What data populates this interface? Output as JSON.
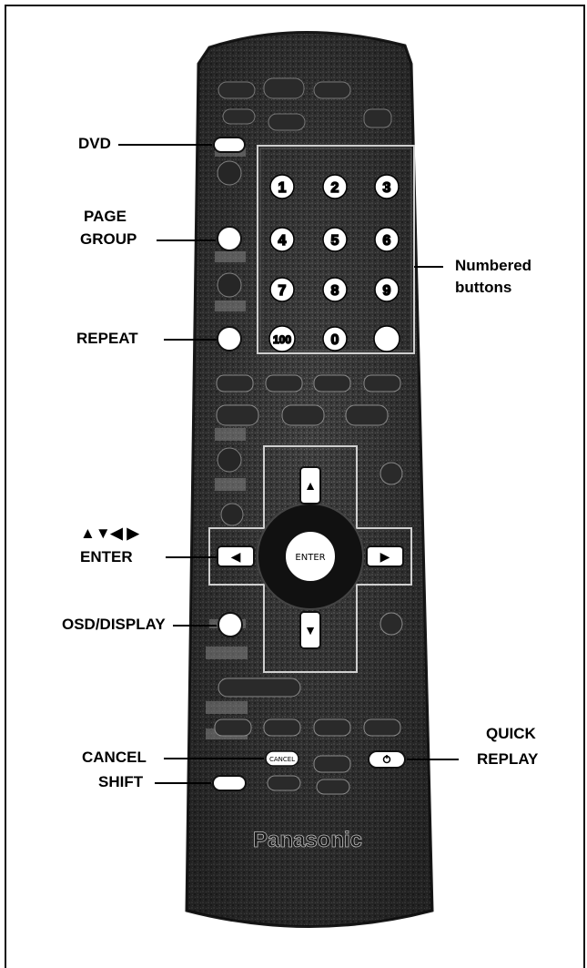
{
  "remote": {
    "brand": "Panasonic",
    "number_keys": [
      "1",
      "2",
      "3",
      "4",
      "5",
      "6",
      "7",
      "8",
      "9",
      "100",
      "0",
      ""
    ],
    "enter_label": "ENTER",
    "cancel_key_label": "CANCEL",
    "arrow_up": "▲",
    "arrow_down": "▼",
    "arrow_left": "◀",
    "arrow_right": "▶"
  },
  "callouts": {
    "dvd": "DVD",
    "page": "PAGE",
    "group": "GROUP",
    "repeat": "REPEAT",
    "arrows": "▲▼◀ ▶",
    "enter": "ENTER",
    "osd_display": "OSD/DISPLAY",
    "cancel": "CANCEL",
    "shift": "SHIFT",
    "numbered": "Numbered",
    "buttons": "buttons",
    "quick": "QUICK",
    "replay": "REPLAY"
  },
  "colors": {
    "remote_body": "#3c3c3c",
    "remote_edge": "#1a1a1a",
    "highlight_key": "#ffffff",
    "frame_line": "#cfcfcf"
  }
}
